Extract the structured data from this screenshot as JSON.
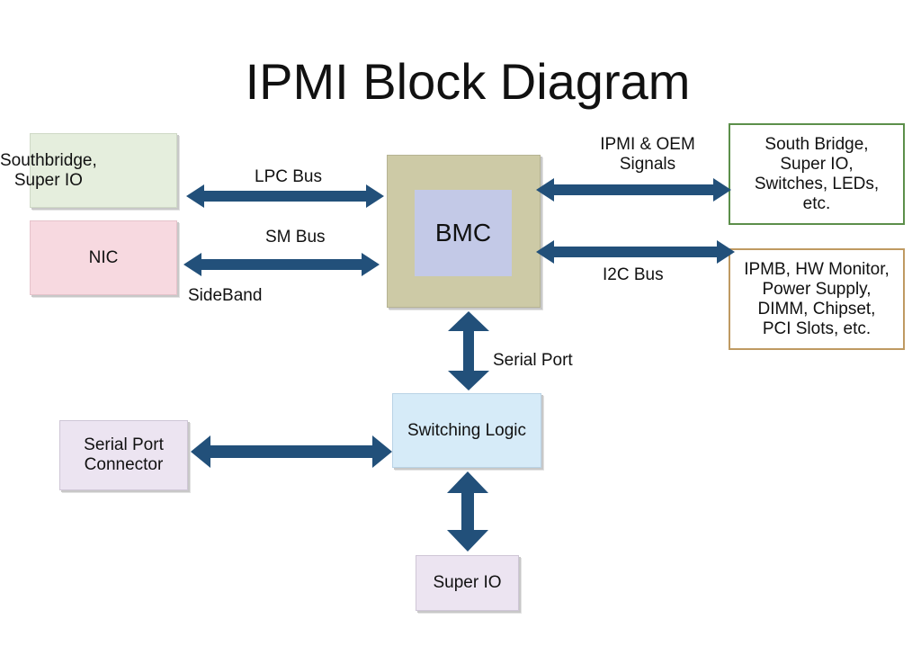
{
  "title": "IPMI Block Diagram",
  "colors": {
    "arrow": "#22507a",
    "bmc_outer": "#cdcaa6",
    "bmc_inner": "#c3c9e7",
    "southbridge_fill": "#e5eedd",
    "nic_fill": "#f7d9e0",
    "switching_fill": "#d6ebf8",
    "purple_fill": "#ece4f1",
    "green_border": "#5c8f4a",
    "tan_border": "#bf9a62"
  },
  "nodes": {
    "southbridge": "Southbridge,\nSuper IO",
    "nic": "NIC",
    "bmc": "BMC",
    "south_bridge_right": "South Bridge,\nSuper IO,\nSwitches, LEDs,\netc.",
    "ipmb": "IPMB, HW Monitor,\nPower Supply,\nDIMM, Chipset,\nPCI Slots, etc.",
    "switching_logic": "Switching Logic",
    "serial_port_connector": "Serial Port\nConnector",
    "super_io": "Super IO"
  },
  "edges": {
    "lpc_bus": "LPC Bus",
    "sm_bus": "SM Bus",
    "sideband": "SideBand",
    "ipmi_oem": "IPMI & OEM\nSignals",
    "i2c_bus": "I2C Bus",
    "serial_port": "Serial Port"
  }
}
